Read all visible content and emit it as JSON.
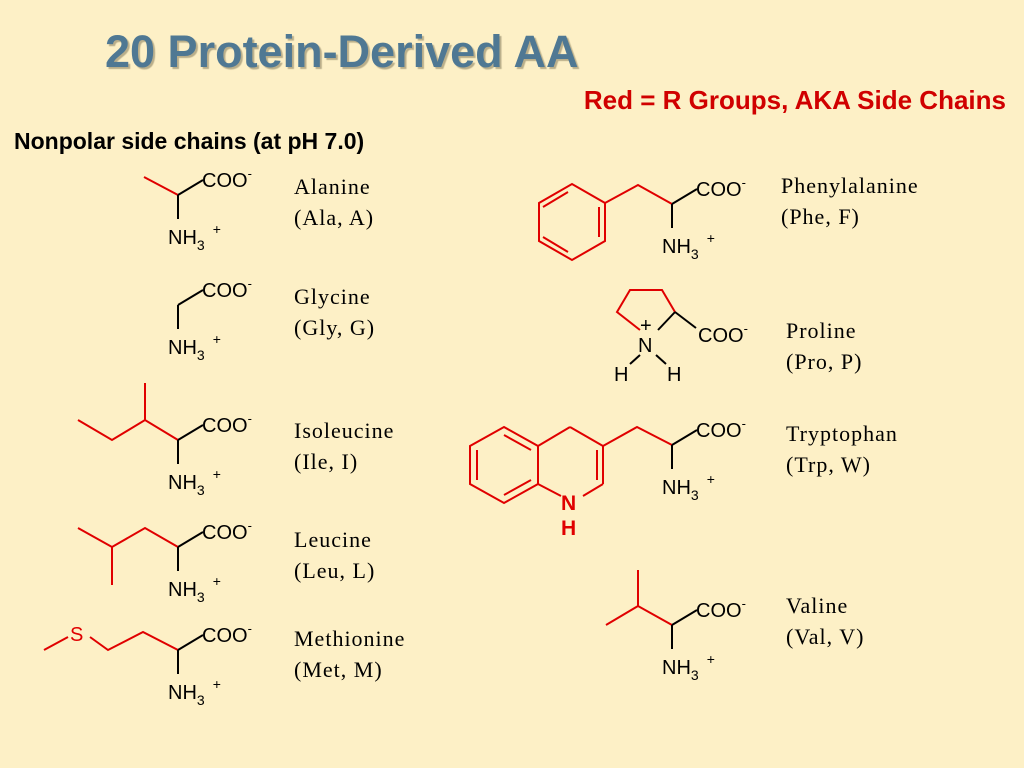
{
  "title": "20 Protein-Derived AA",
  "subtitle": "Red = R Groups, AKA Side Chains",
  "section": "Nonpolar side chains (at pH 7.0)",
  "labels": {
    "coo": "COO",
    "coo_charge": "-",
    "nh": "NH",
    "nh_sub": "3",
    "nh_charge": "+",
    "s_atom": "S",
    "n_atom": "N",
    "h_atom": "H",
    "plus": "+"
  },
  "amino_acids": [
    {
      "name": "Alanine",
      "abbr": "(Ala, A)"
    },
    {
      "name": "Glycine",
      "abbr": "(Gly, G)"
    },
    {
      "name": "Isoleucine",
      "abbr": "(Ile, I)"
    },
    {
      "name": "Leucine",
      "abbr": "(Leu, L)"
    },
    {
      "name": "Methionine",
      "abbr": "(Met, M)"
    },
    {
      "name": "Phenylalanine",
      "abbr": "(Phe, F)"
    },
    {
      "name": "Proline",
      "abbr": "(Pro, P)"
    },
    {
      "name": "Tryptophan",
      "abbr": "(Trp, W)"
    },
    {
      "name": "Valine",
      "abbr": "(Val, V)"
    }
  ],
  "colors": {
    "title": "#4F7893",
    "side_chain": "#E00000",
    "bond": "#000000",
    "background": "#FDF0C6"
  }
}
